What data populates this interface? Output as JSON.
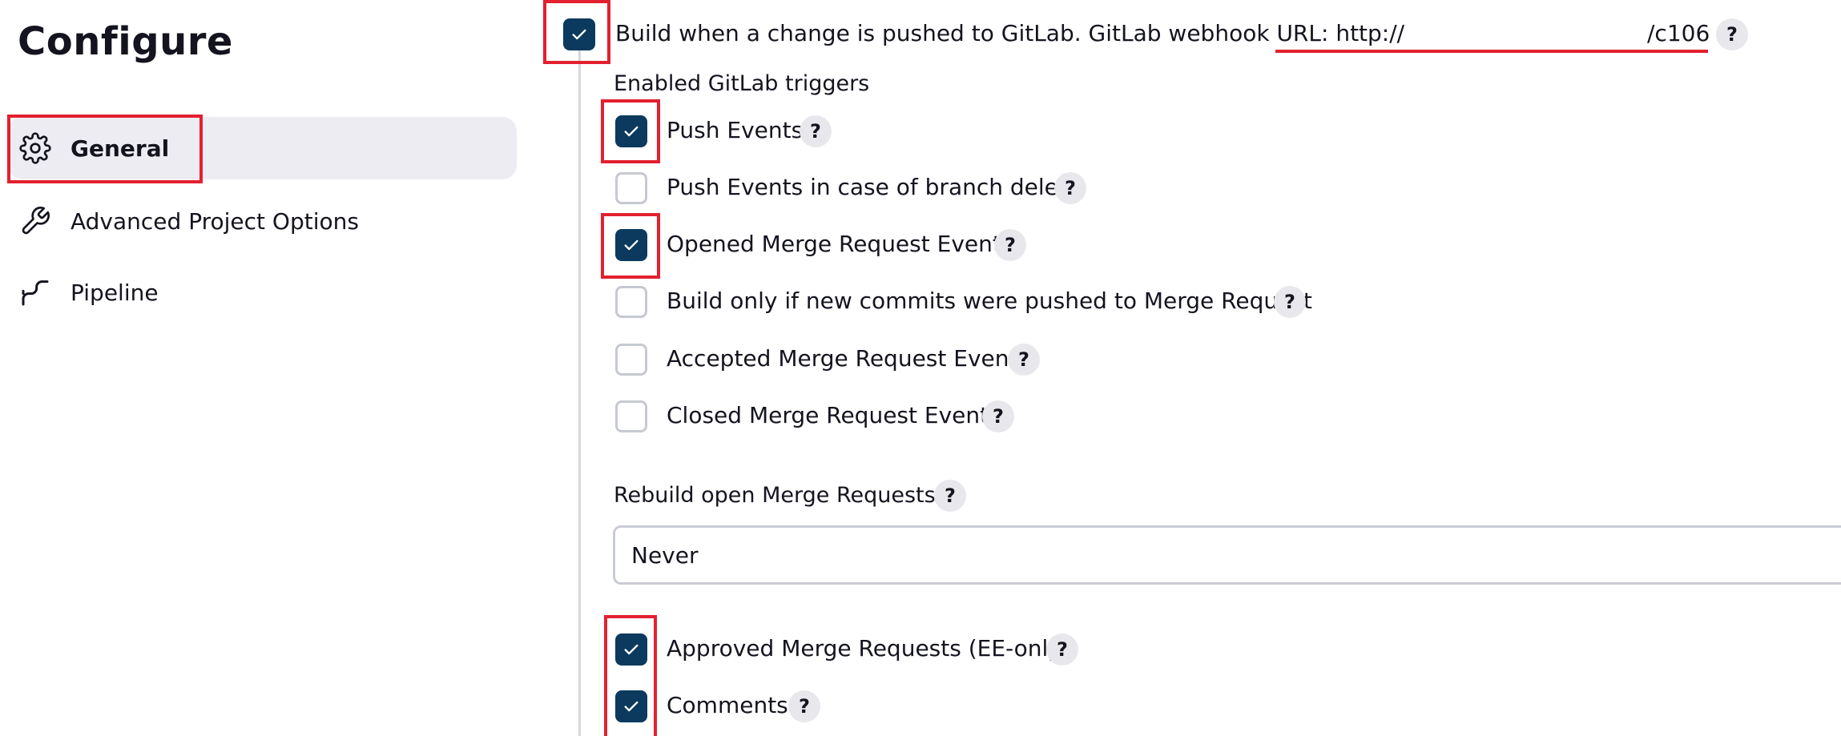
{
  "page": {
    "title": "Configure"
  },
  "sidebar": {
    "items": [
      {
        "label": "General",
        "icon": "gear-icon"
      },
      {
        "label": "Advanced Project Options",
        "icon": "wrench-icon"
      },
      {
        "label": "Pipeline",
        "icon": "pipeline-icon"
      }
    ]
  },
  "trigger": {
    "label_prefix": "Build when a change is pushed to GitLab. GitLab webhook URL: ",
    "url_start": "http://",
    "url_end": "/c106",
    "checked": true
  },
  "triggers": {
    "heading": "Enabled GitLab triggers",
    "items": [
      {
        "label": "Push Events",
        "checked": true
      },
      {
        "label": "Push Events in case of branch delete",
        "checked": false
      },
      {
        "label": "Opened Merge Request Events",
        "checked": true
      },
      {
        "label": "Build only if new commits were pushed to Merge Request",
        "checked": false
      },
      {
        "label": "Accepted Merge Request Events",
        "checked": false
      },
      {
        "label": "Closed Merge Request Events",
        "checked": false
      }
    ]
  },
  "rebuild": {
    "label": "Rebuild open Merge Requests",
    "value": "Never"
  },
  "extra": {
    "items": [
      {
        "label": "Approved Merge Requests (EE-only)",
        "checked": true
      },
      {
        "label": "Comments",
        "checked": true
      }
    ]
  },
  "help_glyph": "?",
  "colors": {
    "checked": "#0b3a5e",
    "highlight": "#e3202f",
    "active_nav": "#ececf2"
  }
}
